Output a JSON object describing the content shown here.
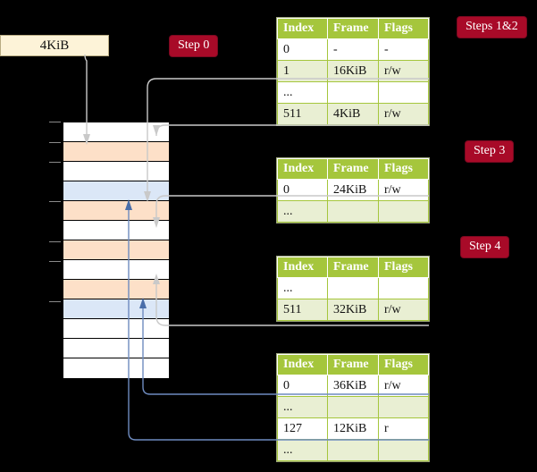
{
  "diagram": {
    "title_labels": [
      {
        "id": "step0",
        "text": "Step 0"
      },
      {
        "id": "steps12",
        "text": "Steps 1&2"
      },
      {
        "id": "step3",
        "text": "Step 3"
      },
      {
        "id": "step4",
        "text": "Step 4"
      }
    ],
    "virtual_address_box": {
      "label": "4KiB"
    },
    "colors": {
      "badge_bg": "#a80a28",
      "badge_text": "#ffffff",
      "table_header_bg": "#a5c63c",
      "table_row_alt_bg": "#e9efd3",
      "table_highlight_bg": "#fbf59b",
      "memory_box_bg": "#fdf3d8",
      "mem_row_orange": "#fde0c8",
      "mem_row_blue": "#dbe7f7",
      "wire_gray": "#c9c9c9",
      "wire_blue": "#6e8bbf",
      "background": "#000000"
    },
    "columns": [
      "Index",
      "Frame",
      "Flags"
    ],
    "tables": [
      {
        "id": "level4-table",
        "step": "Steps 1&2",
        "headers": [
          "Index",
          "Frame",
          "Flags"
        ],
        "rows": [
          {
            "cells": [
              "0",
              "-",
              "-"
            ],
            "shade": "odd",
            "highlight": false
          },
          {
            "cells": [
              "1",
              "16KiB",
              "r/w"
            ],
            "shade": "even",
            "highlight": false
          },
          {
            "cells": [
              "...",
              "",
              ""
            ],
            "shade": "odd",
            "highlight": false
          },
          {
            "cells": [
              "511",
              "4KiB",
              "r/w"
            ],
            "shade": "even",
            "highlight": true
          }
        ]
      },
      {
        "id": "level3-table",
        "step": "Step 3",
        "headers": [
          "Index",
          "Frame",
          "Flags"
        ],
        "rows": [
          {
            "cells": [
              "0",
              "24KiB",
              "r/w"
            ],
            "shade": "odd",
            "highlight": false
          },
          {
            "cells": [
              "...",
              "",
              ""
            ],
            "shade": "even",
            "highlight": false
          }
        ]
      },
      {
        "id": "level2-table",
        "step": "Step 4",
        "headers": [
          "Index",
          "Frame",
          "Flags"
        ],
        "rows": [
          {
            "cells": [
              "...",
              "",
              ""
            ],
            "shade": "odd",
            "highlight": false
          },
          {
            "cells": [
              "511",
              "32KiB",
              "r/w"
            ],
            "shade": "even",
            "highlight": false
          }
        ]
      },
      {
        "id": "level1-table",
        "step": "",
        "headers": [
          "Index",
          "Frame",
          "Flags"
        ],
        "rows": [
          {
            "cells": [
              "0",
              "36KiB",
              "r/w"
            ],
            "shade": "odd",
            "highlight": false
          },
          {
            "cells": [
              "...",
              "",
              ""
            ],
            "shade": "even",
            "highlight": false
          },
          {
            "cells": [
              "127",
              "12KiB",
              "r"
            ],
            "shade": "odd",
            "highlight": false
          },
          {
            "cells": [
              "...",
              "",
              ""
            ],
            "shade": "even",
            "highlight": false
          }
        ]
      }
    ],
    "memory_column": {
      "name": "physical-memory-frames",
      "rows": [
        {
          "index": 0,
          "fill": "white"
        },
        {
          "index": 1,
          "fill": "orange"
        },
        {
          "index": 2,
          "fill": "white"
        },
        {
          "index": 3,
          "fill": "blue"
        },
        {
          "index": 4,
          "fill": "orange"
        },
        {
          "index": 5,
          "fill": "white"
        },
        {
          "index": 6,
          "fill": "orange"
        },
        {
          "index": 7,
          "fill": "white"
        },
        {
          "index": 8,
          "fill": "orange"
        },
        {
          "index": 9,
          "fill": "blue"
        },
        {
          "index": 10,
          "fill": "white"
        },
        {
          "index": 11,
          "fill": "white"
        },
        {
          "index": 12,
          "fill": "white"
        }
      ]
    }
  }
}
